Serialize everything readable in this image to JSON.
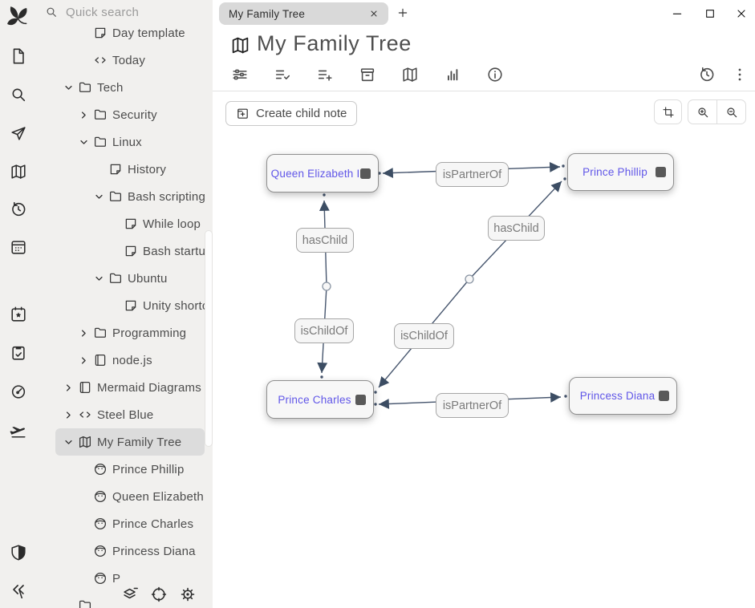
{
  "colors": {
    "accent_link": "#6056e8",
    "edge": "#47566e",
    "node_bg": "#f7f7f7",
    "node_border": "#8f8f8f",
    "sidebar_bg": "#f1f0ee",
    "tab_bg": "#d9d9d9",
    "selected_item_bg": "#dcdcdc",
    "edge_label_text": "#7b7b7b"
  },
  "launcher": {
    "icons": [
      "trilium-logo",
      "new-note",
      "search",
      "jump-to-note",
      "note-map",
      "recent-changes",
      "calendar",
      "today-note",
      "task-clipboard",
      "dashboard",
      "travel-plane",
      "protected-session-shield",
      "collapse-panes"
    ]
  },
  "sidebar": {
    "quick_search_placeholder": "Quick search",
    "tree": [
      {
        "label": "Day template",
        "icon": "note",
        "chevron": null,
        "indent": 1
      },
      {
        "label": "Today",
        "icon": "code",
        "chevron": null,
        "indent": 1
      },
      {
        "label": "Tech",
        "icon": "folder",
        "chevron": "down",
        "indent": 0
      },
      {
        "label": "Security",
        "icon": "folder",
        "chevron": "right",
        "indent": 1
      },
      {
        "label": "Linux",
        "icon": "folder",
        "chevron": "down",
        "indent": 1
      },
      {
        "label": "History",
        "icon": "note",
        "chevron": null,
        "indent": 2
      },
      {
        "label": "Bash scripting",
        "icon": "folder",
        "chevron": "down",
        "indent": 2
      },
      {
        "label": "While loop",
        "icon": "note",
        "chevron": null,
        "indent": 3
      },
      {
        "label": "Bash startu",
        "icon": "note",
        "chevron": null,
        "indent": 3
      },
      {
        "label": "Ubuntu",
        "icon": "folder",
        "chevron": "down",
        "indent": 2
      },
      {
        "label": "Unity shortc",
        "icon": "note",
        "chevron": null,
        "indent": 3
      },
      {
        "label": "Programming",
        "icon": "folder",
        "chevron": "right",
        "indent": 1
      },
      {
        "label": "node.js",
        "icon": "book",
        "chevron": "right",
        "indent": 1
      },
      {
        "label": "Mermaid Diagrams",
        "icon": "book",
        "chevron": "right",
        "indent": 0
      },
      {
        "label": "Steel Blue",
        "icon": "code",
        "chevron": "right",
        "indent": 0
      },
      {
        "label": "My Family Tree",
        "icon": "map",
        "chevron": "down",
        "indent": 0,
        "selected": true
      },
      {
        "label": "Prince Phillip",
        "icon": "person",
        "chevron": null,
        "indent": 1
      },
      {
        "label": "Queen Elizabeth",
        "icon": "person",
        "chevron": null,
        "indent": 1
      },
      {
        "label": "Prince Charles",
        "icon": "person",
        "chevron": null,
        "indent": 1
      },
      {
        "label": "Princess Diana",
        "icon": "person",
        "chevron": null,
        "indent": 1
      },
      {
        "label": "P",
        "icon": "person",
        "chevron": null,
        "indent": 1
      },
      {
        "label": "",
        "icon": "folder",
        "chevron": null,
        "indent": 0
      }
    ],
    "footer_icons": [
      "layers",
      "target",
      "settings-gear"
    ]
  },
  "tab_bar": {
    "tabs": [
      {
        "title": "My Family Tree",
        "close_icon": "close"
      }
    ],
    "new_tab_icon": "plus"
  },
  "window_controls": [
    "minimize",
    "maximize",
    "close"
  ],
  "note": {
    "title": "My Family Tree",
    "icon": "map"
  },
  "ribbon": {
    "left_icons": [
      "basic-properties-sliders",
      "owned-attributes-list-check",
      "inherited-attributes-list-plus",
      "note-paths-archive",
      "note-map",
      "similar-notes-chart",
      "note-info"
    ],
    "right_icons": [
      "note-revisions-history",
      "options-dots"
    ]
  },
  "header": {
    "right_icon": "toggle-right-pane-split"
  },
  "toolbar": {
    "create_child_note_label": "Create child note",
    "right_buttons": [
      "crop",
      "zoom-in",
      "zoom-out"
    ]
  },
  "map": {
    "nodes": [
      {
        "label": "Queen Elizabeth II"
      },
      {
        "label": "Prince Phillip"
      },
      {
        "label": "Prince Charles"
      },
      {
        "label": "Princess Diana"
      }
    ],
    "edges": [
      {
        "source": "Queen Elizabeth II",
        "target": "Prince Phillip",
        "label": "isPartnerOf",
        "bidirectional": true
      },
      {
        "source": "Queen Elizabeth II",
        "target": "Prince Charles",
        "forward_label": "hasChild",
        "reverse_label": "isChildOf",
        "bidirectional": true
      },
      {
        "source": "Prince Phillip",
        "target": "Prince Charles",
        "forward_label": "hasChild",
        "reverse_label": "isChildOf",
        "bidirectional": true
      },
      {
        "source": "Prince Charles",
        "target": "Princess Diana",
        "label": "isPartnerOf",
        "bidirectional": true
      }
    ]
  }
}
